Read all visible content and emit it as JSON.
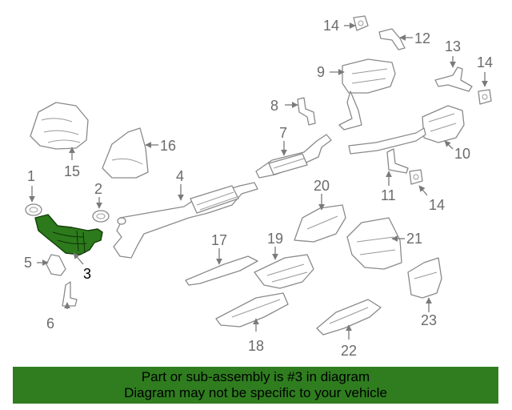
{
  "diagram": {
    "colors": {
      "highlight": "#2c7a1b",
      "caption_bg": "#2f7d1f",
      "line": "#8a8a8a",
      "label": "#6b6b6b"
    },
    "highlighted_callout": "3",
    "callouts": [
      "1",
      "2",
      "3",
      "4",
      "5",
      "6",
      "7",
      "8",
      "9",
      "10",
      "11",
      "12",
      "13",
      "14",
      "14",
      "15",
      "16",
      "17",
      "18",
      "19",
      "20",
      "21",
      "22",
      "23"
    ]
  },
  "caption": {
    "line1": "Part or sub-assembly is #3 in diagram",
    "line2": "Diagram may not be specific to your vehicle"
  }
}
